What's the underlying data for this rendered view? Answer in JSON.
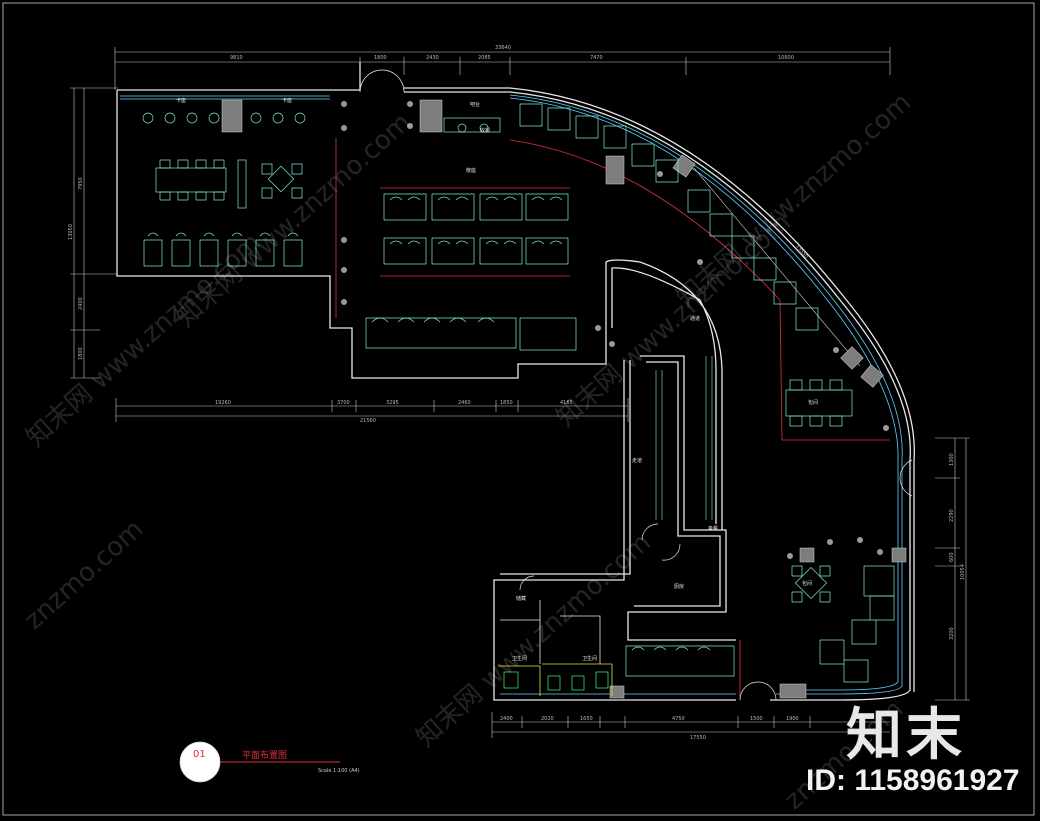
{
  "dimensions_top": [
    "33640",
    "9810",
    "1800",
    "2430",
    "2085",
    "7470",
    "10600"
  ],
  "dimensions_mid": [
    "19260",
    "21560",
    "3700",
    "3295",
    "2460",
    "1850",
    "4165"
  ],
  "dimensions_left": [
    "13050",
    "7950",
    "2400",
    "1800"
  ],
  "dimensions_right": [
    "10054",
    "1300",
    "2290",
    "600",
    "3200"
  ],
  "dimensions_bottom": [
    "17550",
    "2400",
    "2020",
    "1650",
    "4750",
    "1500",
    "1900"
  ],
  "dimension_diagonal": "13550",
  "room_labels": [
    "卡座",
    "卡座",
    "吧台",
    "散座",
    "包间",
    "包间",
    "走道",
    "厨房",
    "备餐",
    "卫生间",
    "卫生间",
    "收银",
    "通道",
    "储藏"
  ],
  "title_block": {
    "number": "01",
    "title": "平面布置图",
    "scale": "Scale 1:100 (A4)"
  },
  "watermark": {
    "brand": "知末",
    "id_text": "ID: 1158961927",
    "repeat_text": "知末网 www.znzmo.com",
    "repeat_text_short": "znzmo.com"
  },
  "colors": {
    "background": "#000000",
    "wall": "#e8e8e8",
    "furniture": "#7ee8d8",
    "glass": "#5fd4ff",
    "red_line": "#e0303a",
    "column": "#7d7d7d",
    "plant": "#9a9a9a",
    "green": "#33e066",
    "yellow": "#e6e633"
  }
}
